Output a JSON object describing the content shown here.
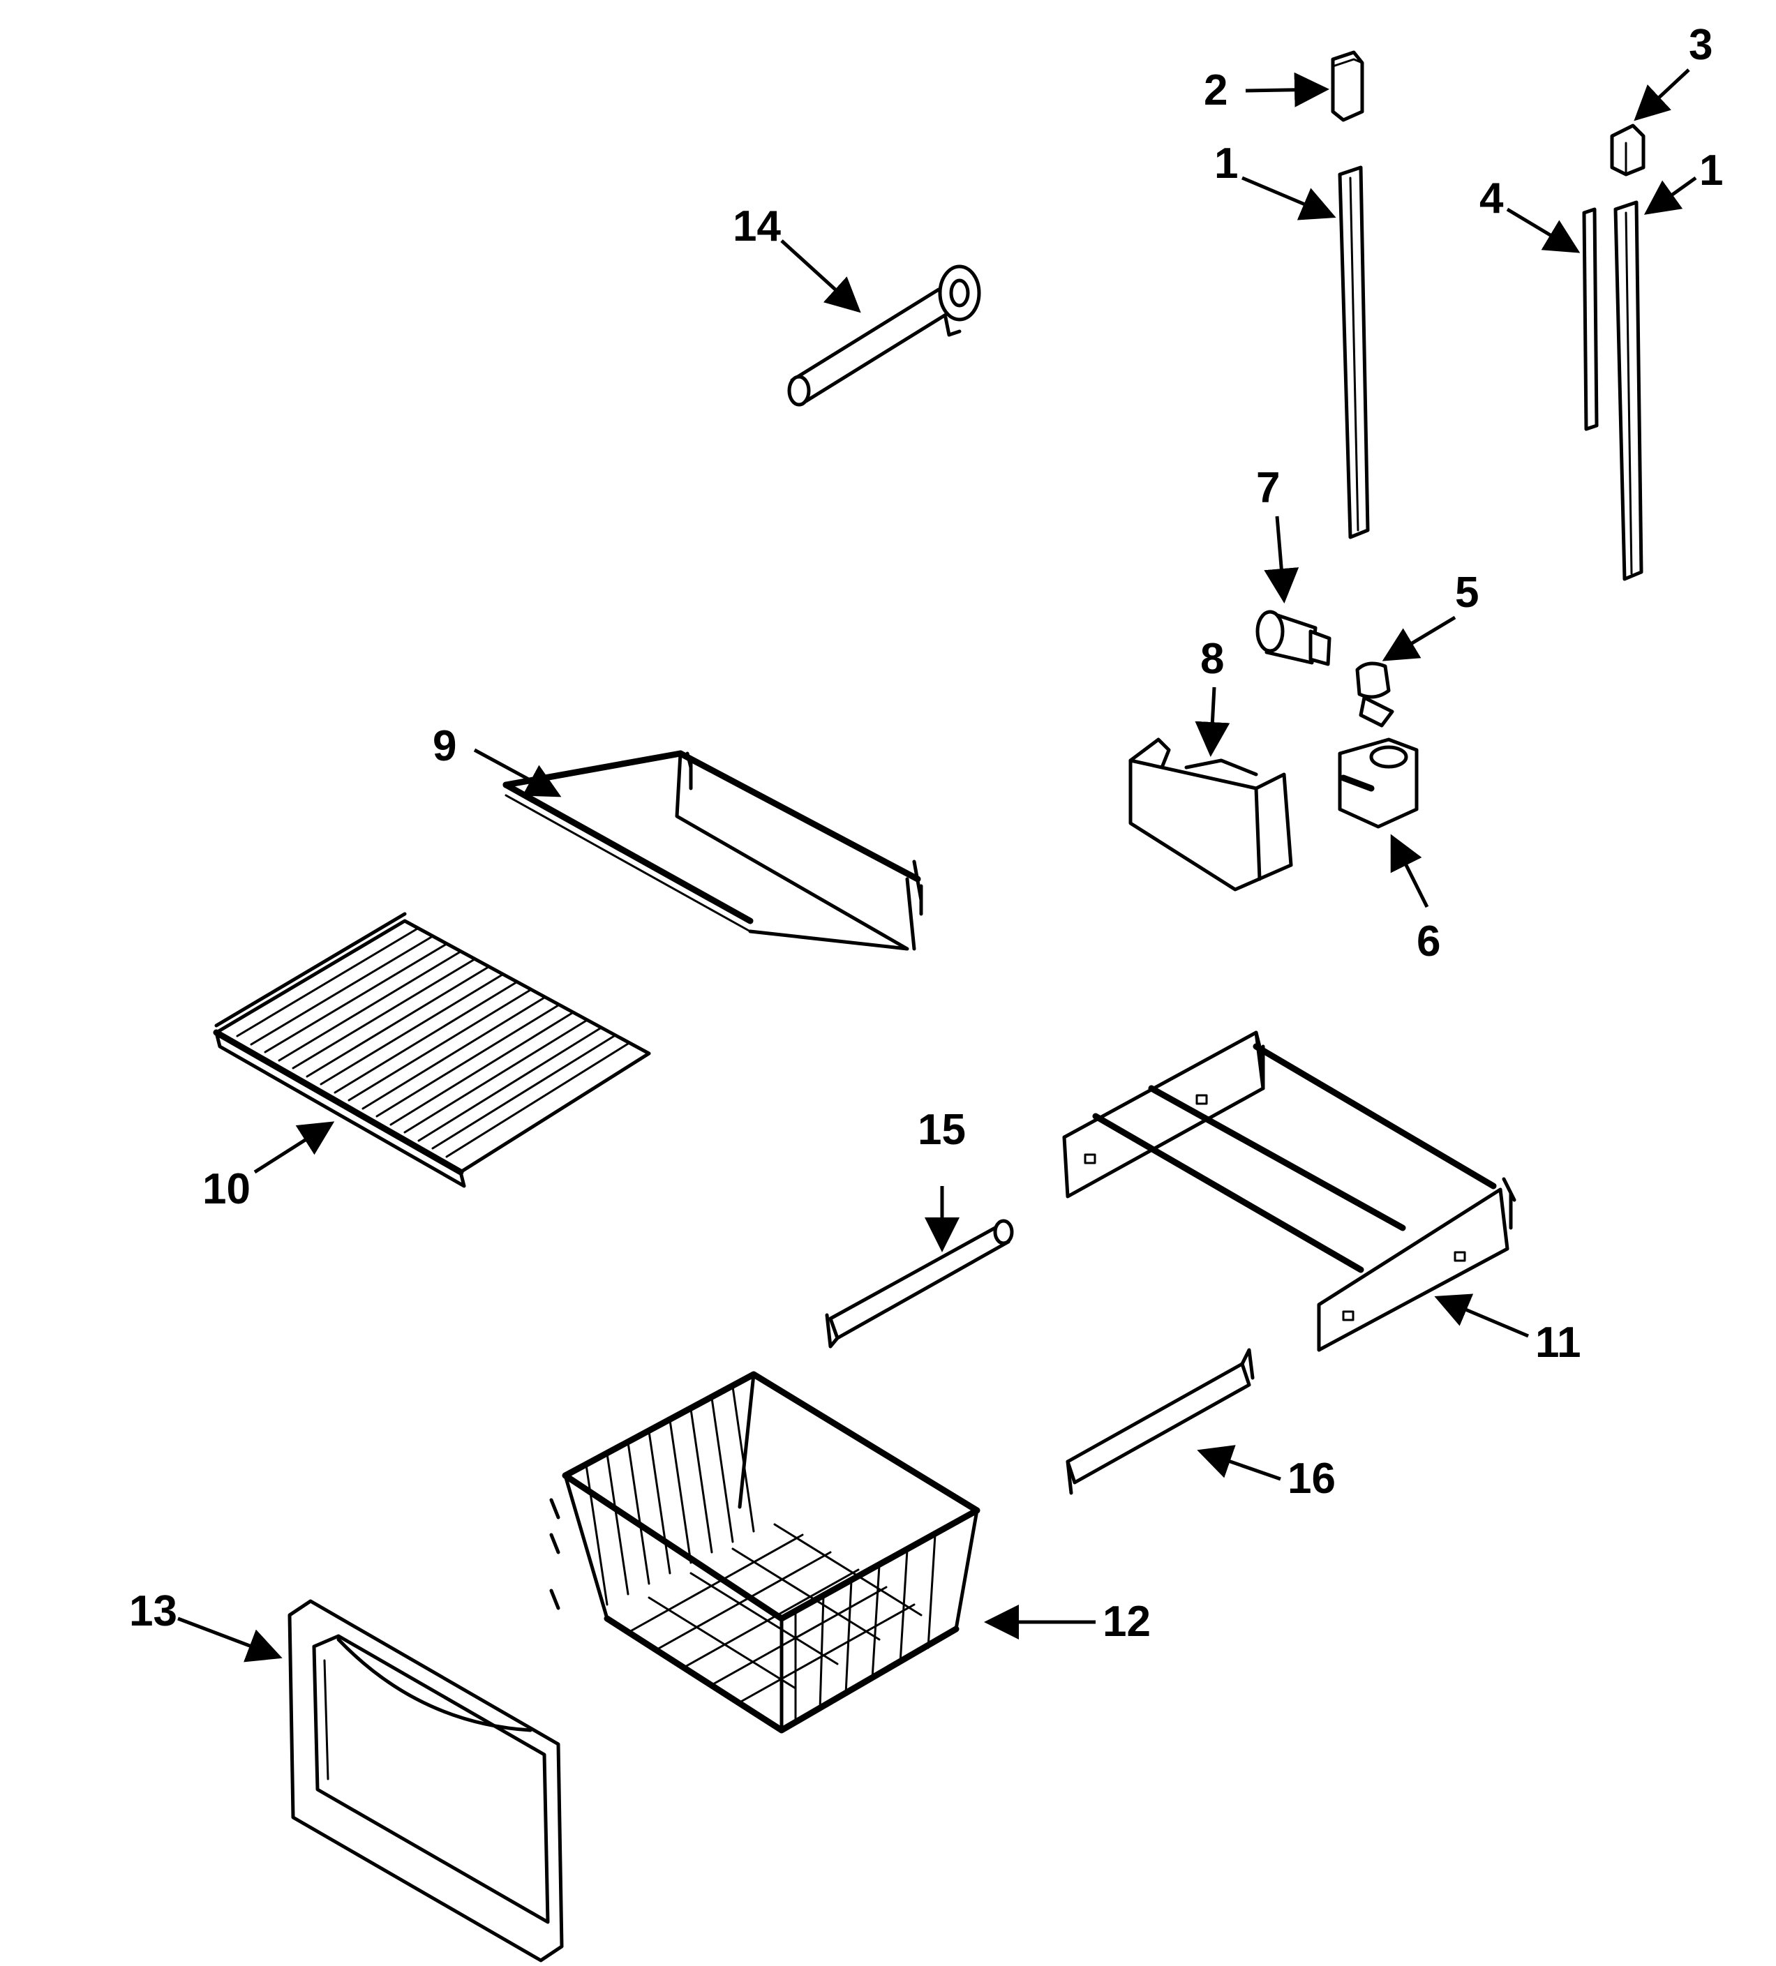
{
  "diagram": {
    "callouts": [
      {
        "id": "c1a",
        "label": "1"
      },
      {
        "id": "c1b",
        "label": "1"
      },
      {
        "id": "c2",
        "label": "2"
      },
      {
        "id": "c3",
        "label": "3"
      },
      {
        "id": "c4",
        "label": "4"
      },
      {
        "id": "c5",
        "label": "5"
      },
      {
        "id": "c6",
        "label": "6"
      },
      {
        "id": "c7",
        "label": "7"
      },
      {
        "id": "c8",
        "label": "8"
      },
      {
        "id": "c9",
        "label": "9"
      },
      {
        "id": "c10",
        "label": "10"
      },
      {
        "id": "c11",
        "label": "11"
      },
      {
        "id": "c12",
        "label": "12"
      },
      {
        "id": "c13",
        "label": "13"
      },
      {
        "id": "c14",
        "label": "14"
      },
      {
        "id": "c15",
        "label": "15"
      },
      {
        "id": "c16",
        "label": "16"
      }
    ]
  }
}
